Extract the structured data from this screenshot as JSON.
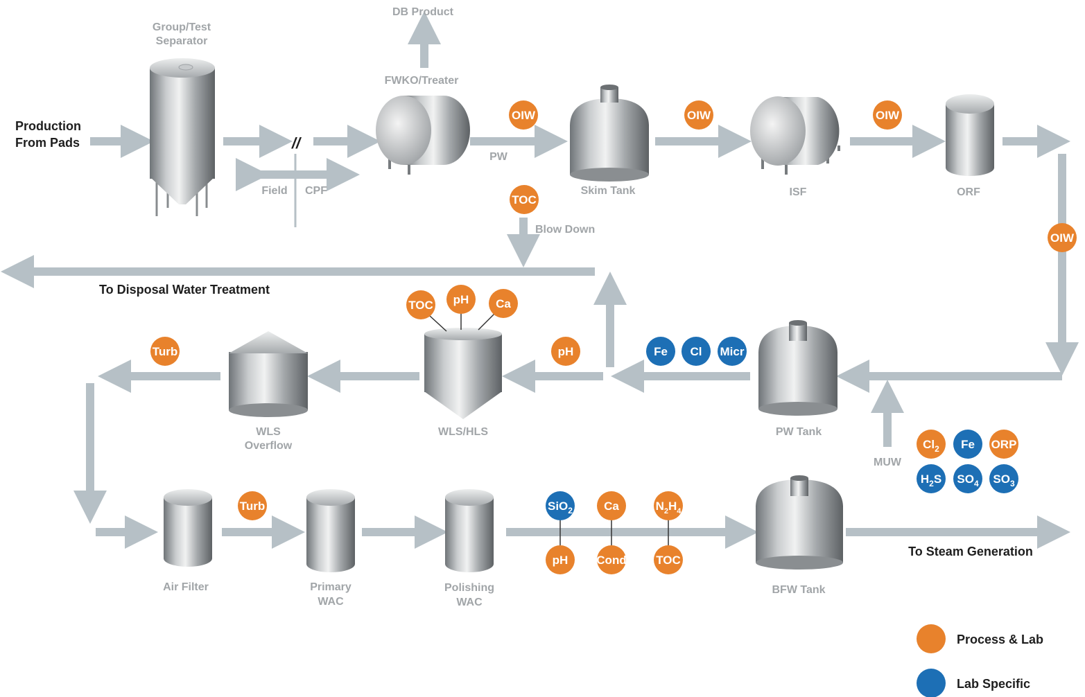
{
  "colors": {
    "process_lab": "#e8822c",
    "lab_specific": "#1d6fb5",
    "flow": "#b6c0c6",
    "label_gray": "#a1a5a8"
  },
  "labels": {
    "production": [
      "Production",
      "From Pads"
    ],
    "group_test": [
      "Group/Test",
      "Separator"
    ],
    "db_product": "DB Product",
    "fwko": "FWKO/Treater",
    "pw": "PW",
    "field": "Field",
    "cpf": "CPF",
    "break_mark": "//",
    "skim_tank": "Skim Tank",
    "isf": "ISF",
    "orf": "ORF",
    "blow_down": "Blow Down",
    "to_disposal": "To Disposal Water Treatment",
    "wls_overflow": [
      "WLS",
      "Overflow"
    ],
    "wls_hls": "WLS/HLS",
    "pw_tank": "PW Tank",
    "muw": "MUW",
    "air_filter": "Air Filter",
    "primary_wac": [
      "Primary",
      "WAC"
    ],
    "polishing_wac": [
      "Polishing",
      "WAC"
    ],
    "bfw_tank": "BFW Tank",
    "to_steam": "To Steam Generation"
  },
  "badges": {
    "oiw_1": "OIW",
    "oiw_2": "OIW",
    "oiw_3": "OIW",
    "oiw_4": "OIW",
    "toc_blowdown": "TOC",
    "wls_toc": "TOC",
    "wls_ph": "pH",
    "wls_ca": "Ca",
    "ph_mid": "pH",
    "fe_mid": "Fe",
    "cl_mid": "Cl",
    "micr_mid": "Micr",
    "turb_1": "Turb",
    "turb_2": "Turb",
    "muw_cl2": {
      "base": "Cl",
      "sub": "2"
    },
    "muw_fe": "Fe",
    "muw_orp": "ORP",
    "muw_h2s": {
      "base": "H",
      "sub": "2",
      "tail": "S"
    },
    "muw_so4": {
      "base": "SO",
      "sub": "4"
    },
    "muw_so3": {
      "base": "SO",
      "sub": "3"
    },
    "sio2": {
      "base": "SiO",
      "sub": "2"
    },
    "ca_bfw": "Ca",
    "n2h4": {
      "base": "N",
      "sub": "2",
      "tail": "H",
      "sub2": "4"
    },
    "ph_bfw": "pH",
    "cond_bfw": "Cond",
    "toc_bfw": "TOC"
  },
  "legend": {
    "process_lab": "Process & Lab",
    "lab_specific": "Lab Specific"
  }
}
